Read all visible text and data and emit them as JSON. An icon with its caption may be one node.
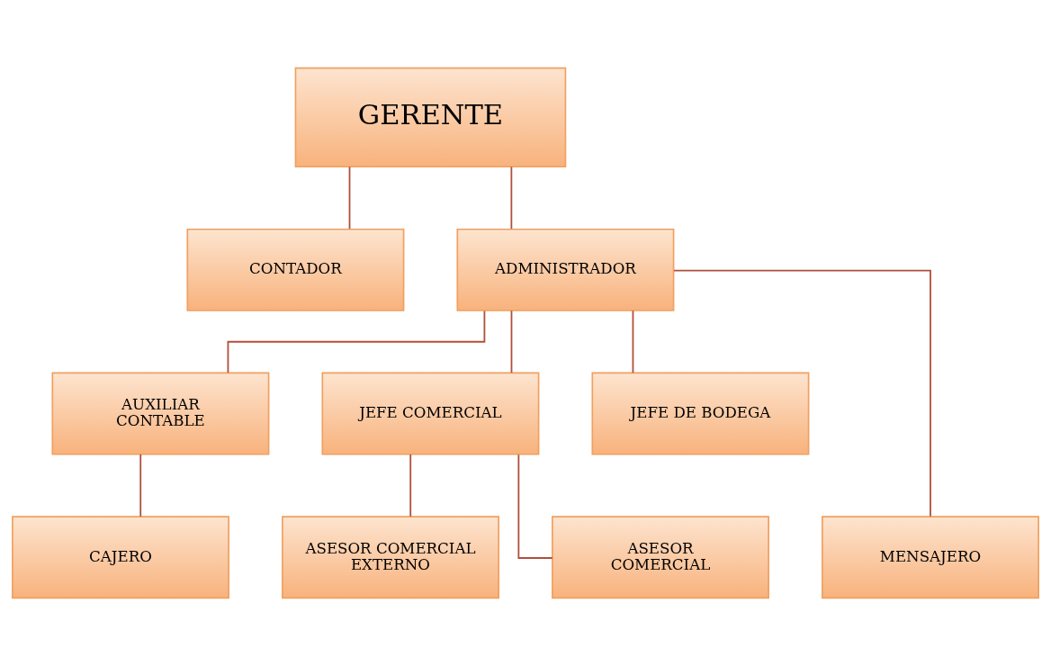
{
  "diagram": {
    "nodes": [
      {
        "text": [
          "GERENTE"
        ]
      },
      {
        "text": [
          "CONTADOR"
        ]
      },
      {
        "text": [
          "ADMINISTRADOR"
        ]
      },
      {
        "text": [
          "AUXILIAR CONTABLE"
        ]
      },
      {
        "text": [
          "JEFE COMERCIAL"
        ]
      },
      {
        "text": [
          "JEFE DE BODEGA"
        ]
      },
      {
        "text": [
          "CAJERO"
        ]
      },
      {
        "text": [
          "ASESOR COMERCIAL EXTERNO"
        ]
      },
      {
        "text": [
          "ASESOR COMERCIAL"
        ]
      },
      {
        "text": [
          "MENSAJERO"
        ]
      }
    ],
    "edges": [
      {
        "from": 0,
        "to": 1,
        "arrow": "none"
      },
      {
        "from": 0,
        "to": 2,
        "arrow": "none"
      },
      {
        "from": 2,
        "to": 3,
        "arrow": "none"
      },
      {
        "from": 2,
        "to": 4,
        "arrow": "none"
      },
      {
        "from": 2,
        "to": 5,
        "arrow": "none"
      },
      {
        "from": 2,
        "to": 9,
        "arrow": "none"
      },
      {
        "from": 3,
        "to": 6,
        "arrow": "none"
      },
      {
        "from": 4,
        "to": 7,
        "arrow": "none"
      },
      {
        "from": 4,
        "to": 8,
        "arrow": "none"
      }
    ]
  }
}
